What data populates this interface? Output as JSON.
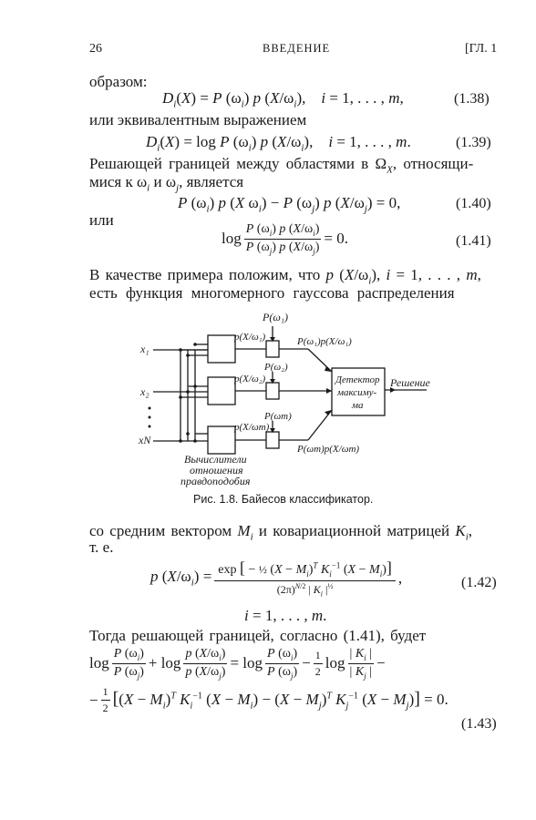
{
  "header": {
    "page_number": "26",
    "title": "ВВЕДЕНИЕ",
    "chapter": "[ГЛ. 1"
  },
  "text": {
    "l1": "образом:",
    "l2": "или эквивалентным выражением",
    "l3": "Решающей границей между областями в Ω",
    "l3_sub": "X",
    "l3_end": ", относящи-",
    "l4": "мися к ω",
    "l4_mid": " и ω",
    "l4_end": ", является",
    "l5": "или",
    "l6": "В качестве примера положим, что p(X/ω",
    "l6_end": "), i = 1, …, m,",
    "l7": "есть функция многомерного гауссова распределения",
    "l8": "со средним вектором M",
    "l8_end": " и ковариационной матрицей K",
    "l8_tail": ",",
    "l9": "т. е.",
    "l10": "Тогда решающей границей, согласно (1.41), будет"
  },
  "equations": {
    "e38": "D_i(X) = P(ω_i) p(X/ω_i),   i = 1, …, m,",
    "n38": "(1.38)",
    "e39": "D_i(X) = log P(ω_i) p(X/ω_i),   i = 1, …, m.",
    "n39": "(1.39)",
    "e40": "P(ω_i) p(X/ω_i) − P(ω_j) p(X/ω_j) = 0,",
    "n40": "(1.40)",
    "e41_log": "log",
    "e41_num": "P(ω_i) p(X/ω_i)",
    "e41_den": "P(ω_j) p(X/ω_j)",
    "e41_rhs": "= 0.",
    "n41": "(1.41)",
    "e42_lhs": "p(X/ω_i) =",
    "e42_num": "exp[ −½ (X − M_i)^T K_i^−1 (X − M_i) ]",
    "e42_den": "(2π)^N/2 |K_i|^½",
    "e42_comma": ",",
    "n42": "(1.42)",
    "e42_range": "i = 1, …, m.",
    "e43_line1": "log P(ω_i)/P(ω_j) + log p(X/ω_i)/p(X/ω_j) = log P(ω_i)/P(ω_j) − ½ log |K_i|/|K_j| −",
    "e43_line2": "− ½ [(X − M_i)^T K_i^−1 (X − M_i) − (X − M_j)^T K_j^−1 (X − M_j)] = 0.",
    "n43": "(1.43)"
  },
  "figure": {
    "inputs": [
      "x₁",
      "x₂",
      "xN"
    ],
    "p_w1": "P(ω₁)",
    "p_w2": "P(ω₂)",
    "p_wm": "P(ωm)",
    "lik1": "p(X/ω₁)",
    "lik2": "p(X/ω₂)",
    "likm": "p(X/ωm)",
    "out1": "P(ω₁)p(X/ω₁)",
    "outm": "P(ωm)p(X/ωm)",
    "detector": [
      "Детектор",
      "максиму-",
      "ма"
    ],
    "decision": "Решение",
    "computers": [
      "Вычислители",
      "отношения",
      "правдоподобия"
    ],
    "caption": "Рис. 1.8. Байесов классификатор."
  }
}
